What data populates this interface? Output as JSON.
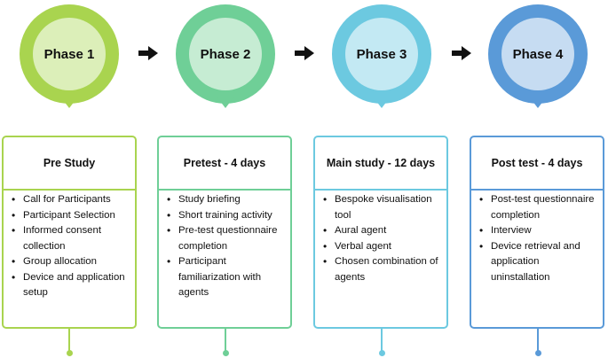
{
  "phases": [
    {
      "title": "Phase 1",
      "colors": {
        "ring": "#a9d44f",
        "inner": "#dcefb9",
        "border": "#a9d44f"
      },
      "card_title": "Pre Study",
      "items": [
        "Call for Participants",
        "Participant Selection",
        "Informed consent collection",
        "Group allocation",
        "Device and application setup"
      ]
    },
    {
      "title": "Phase 2",
      "colors": {
        "ring": "#6fcf97",
        "inner": "#c6ecd3",
        "border": "#6fcf97"
      },
      "card_title": "Pretest - 4 days",
      "items": [
        "Study briefing",
        "Short training activity",
        "Pre-test questionnaire completion",
        "Participant familiarization with agents"
      ]
    },
    {
      "title": "Phase 3",
      "colors": {
        "ring": "#6cc9e0",
        "inner": "#c3e9f3",
        "border": "#6cc9e0"
      },
      "card_title": "Main study - 12 days",
      "items": [
        "Bespoke visualisation tool",
        "Aural agent",
        "Verbal agent",
        "Chosen combination of agents"
      ]
    },
    {
      "title": "Phase 4",
      "colors": {
        "ring": "#5a9ad8",
        "inner": "#c6dcf2",
        "border": "#5a9ad8"
      },
      "card_title": "Post test - 4 days",
      "items": [
        "Post-test questionnaire completion",
        "Interview",
        "Device retrieval and application uninstallation"
      ]
    }
  ],
  "arrow_color": "#111111"
}
